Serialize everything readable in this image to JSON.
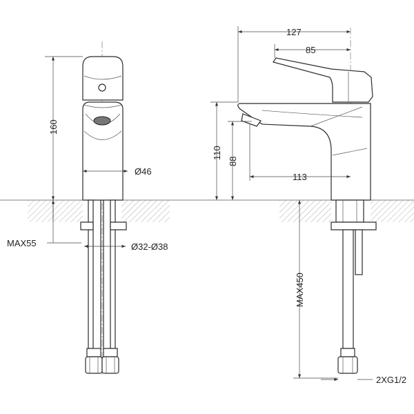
{
  "dimensions": {
    "front_height": "160",
    "body_diameter": "Ø46",
    "max_deck_thickness": "MAX55",
    "hole_diameter": "Ø32-Ø38",
    "overall_depth": "127",
    "handle_reach": "85",
    "spout_height": "110",
    "outlet_height": "88",
    "spout_reach": "113",
    "hose_length": "MAX450",
    "connection": "2XG1/2"
  }
}
